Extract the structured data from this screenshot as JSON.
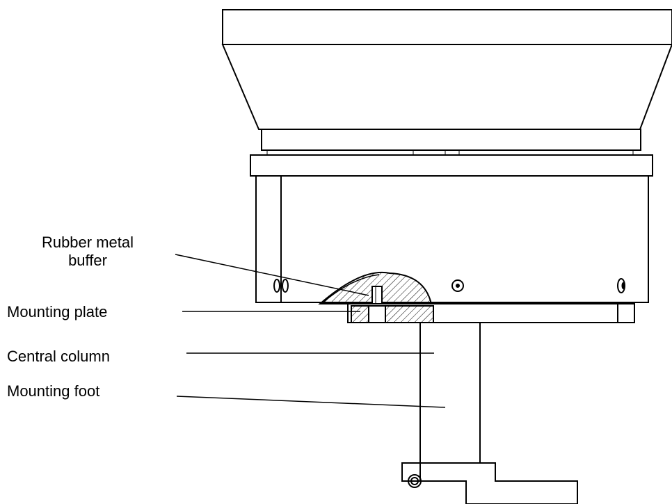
{
  "labels": {
    "rubber_buffer_line1": "Rubber metal",
    "rubber_buffer_line2": "buffer",
    "mounting_plate": "Mounting plate",
    "central_column": "Central column",
    "mounting_foot": "Mounting foot"
  }
}
